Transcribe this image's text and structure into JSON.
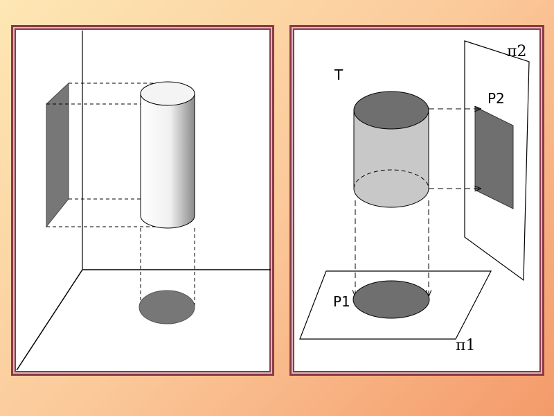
{
  "left_panel": {
    "title": ""
  },
  "right_panel": {
    "labels": {
      "body": "T",
      "projection_vertical": "P2",
      "projection_horizontal": "P1",
      "plane_vertical": "π2",
      "plane_horizontal": "π1"
    }
  },
  "colors": {
    "frame": "#8a3a48",
    "projection_fill": "#777777",
    "cylinder_side": "#c8c8c8",
    "cylinder_top": "#6f6f6f"
  }
}
